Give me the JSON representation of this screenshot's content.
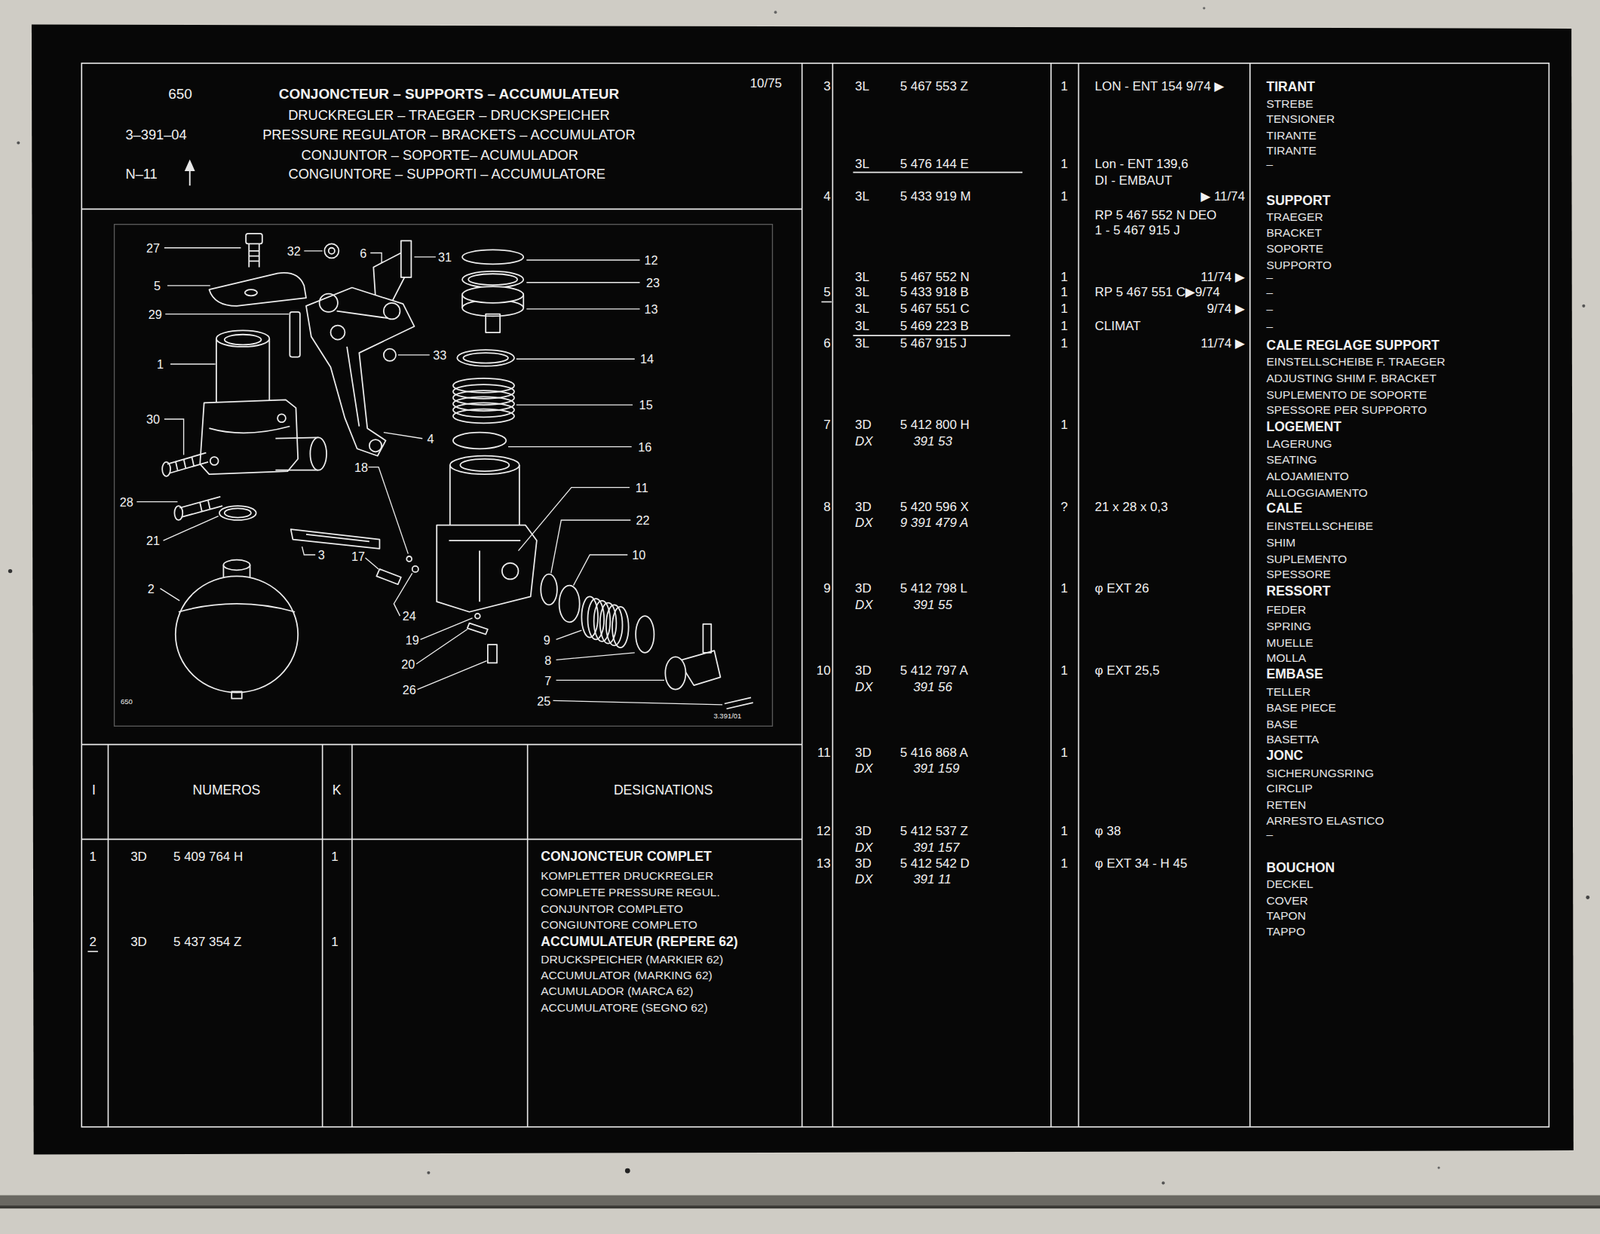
{
  "diagram": {
    "title": "CONJONCTEUR – SUPPORTS – ACCUMULATEUR",
    "labels": [
      "650",
      "DRUCKREGLER – TRAEGER – DRUCKSPEICHER",
      "3–391–04",
      "PRESSURE REGULATOR – BRACKETS – ACCUMULATOR",
      "CONJUNTOR – SOPORTE– ACUMULADOR",
      "N–11",
      "CONGIUNTORE – SUPPORTI – ACCUMULATORE",
      "10/75",
      "27",
      "32",
      "6",
      "31",
      "12",
      "5",
      "23",
      "29",
      "13",
      "1",
      "33",
      "14",
      "15",
      "30",
      "4",
      "16",
      "18",
      "11",
      "28",
      "22",
      "21",
      "3",
      "10",
      "17",
      "2",
      "24",
      "19",
      "9",
      "8",
      "20",
      "7",
      "26",
      "25",
      "650",
      "3.391/01",
      "I",
      "NUMEROS",
      "K",
      "DESIGNATIONS",
      "1",
      "3D",
      "5 409 764 H",
      "1",
      "CONJONCTEUR COMPLET",
      "KOMPLETTER DRUCKREGLER",
      "COMPLETE PRESSURE REGUL.",
      "CONJUNTOR COMPLETO",
      "CONGIUNTORE COMPLETO",
      "2",
      "3D",
      "5 437 354 Z",
      "1",
      "ACCUMULATEUR (REPERE 62)",
      "DRUCKSPEICHER (MARKIER 62)",
      "ACCUMULATOR (MARKING 62)",
      "ACUMULADOR (MARCA 62)",
      "ACCUMULATORE (SEGNO 62)",
      "3",
      "3L",
      "5 467 553 Z",
      "1",
      "LON - ENT 154 9/74 ▶",
      "TIRANT",
      "STREBE",
      "TENSIONER",
      "TIRANTE",
      "TIRANTE",
      "3L",
      "5 476 144 E",
      "1",
      "Lon - ENT 139,6",
      "DI - EMBAUT",
      "–",
      "4",
      "3L",
      "5 433 919 M",
      "1",
      "▶ 11/74",
      "RP 5 467 552 N DEO",
      "1 - 5 467 915 J",
      "SUPPORT",
      "TRAEGER",
      "BRACKET",
      "SOPORTE",
      "SUPPORTO",
      "3L",
      "5 467 552 N",
      "1",
      "11/74 ▶",
      "–",
      "5",
      "3L",
      "5 433 918 B",
      "1",
      "RP 5 467 551 C▶9/74",
      "–",
      "3L",
      "5 467 551 C",
      "1",
      "9/74 ▶",
      "–",
      "3L",
      "5 469 223 B",
      "1",
      "CLIMAT",
      "–",
      "6",
      "3L",
      "5 467 915 J",
      "1",
      "11/74 ▶",
      "CALE REGLAGE SUPPORT",
      "EINSTELLSCHEIBE F. TRAEGER",
      "ADJUSTING SHIM F. BRACKET",
      "SUPLEMENTO DE SOPORTE",
      "SPESSORE PER SUPPORTO",
      "7",
      "3D",
      "5 412 800 H",
      "1",
      "DX",
      "391 53",
      "LOGEMENT",
      "LAGERUNG",
      "SEATING",
      "ALOJAMIENTO",
      "ALLOGGIAMENTO",
      "8",
      "3D",
      "5 420 596 X",
      "?",
      "21 x 28 x 0,3",
      "DX",
      "9 391 479 A",
      "CALE",
      "EINSTELLSCHEIBE",
      "SHIM",
      "SUPLEMENTO",
      "SPESSORE",
      "9",
      "3D",
      "5 412 798 L",
      "1",
      "φ EXT 26",
      "DX",
      "391 55",
      "RESSORT",
      "FEDER",
      "SPRING",
      "MUELLE",
      "MOLLA",
      "10",
      "3D",
      "5 412 797 A",
      "1",
      "φ EXT 25,5",
      "DX",
      "391 56",
      "EMBASE",
      "TELLER",
      "BASE PIECE",
      "BASE",
      "BASETTA",
      "11",
      "3D",
      "5 416 868 A",
      "1",
      "DX",
      "391 159",
      "JONC",
      "SICHERUNGSRING",
      "CIRCLIP",
      "RETEN",
      "ARRESTO ELASTICO",
      "–",
      "12",
      "3D",
      "5 412 537 Z",
      "1",
      "φ 38",
      "DX",
      "391 157",
      "13",
      "3D",
      "5 412 542 D",
      "1",
      "φ EXT 34 - H 45",
      "DX",
      "391 11",
      "BOUCHON",
      "DECKEL",
      "COVER",
      "TAPON",
      "TAPPO"
    ]
  }
}
